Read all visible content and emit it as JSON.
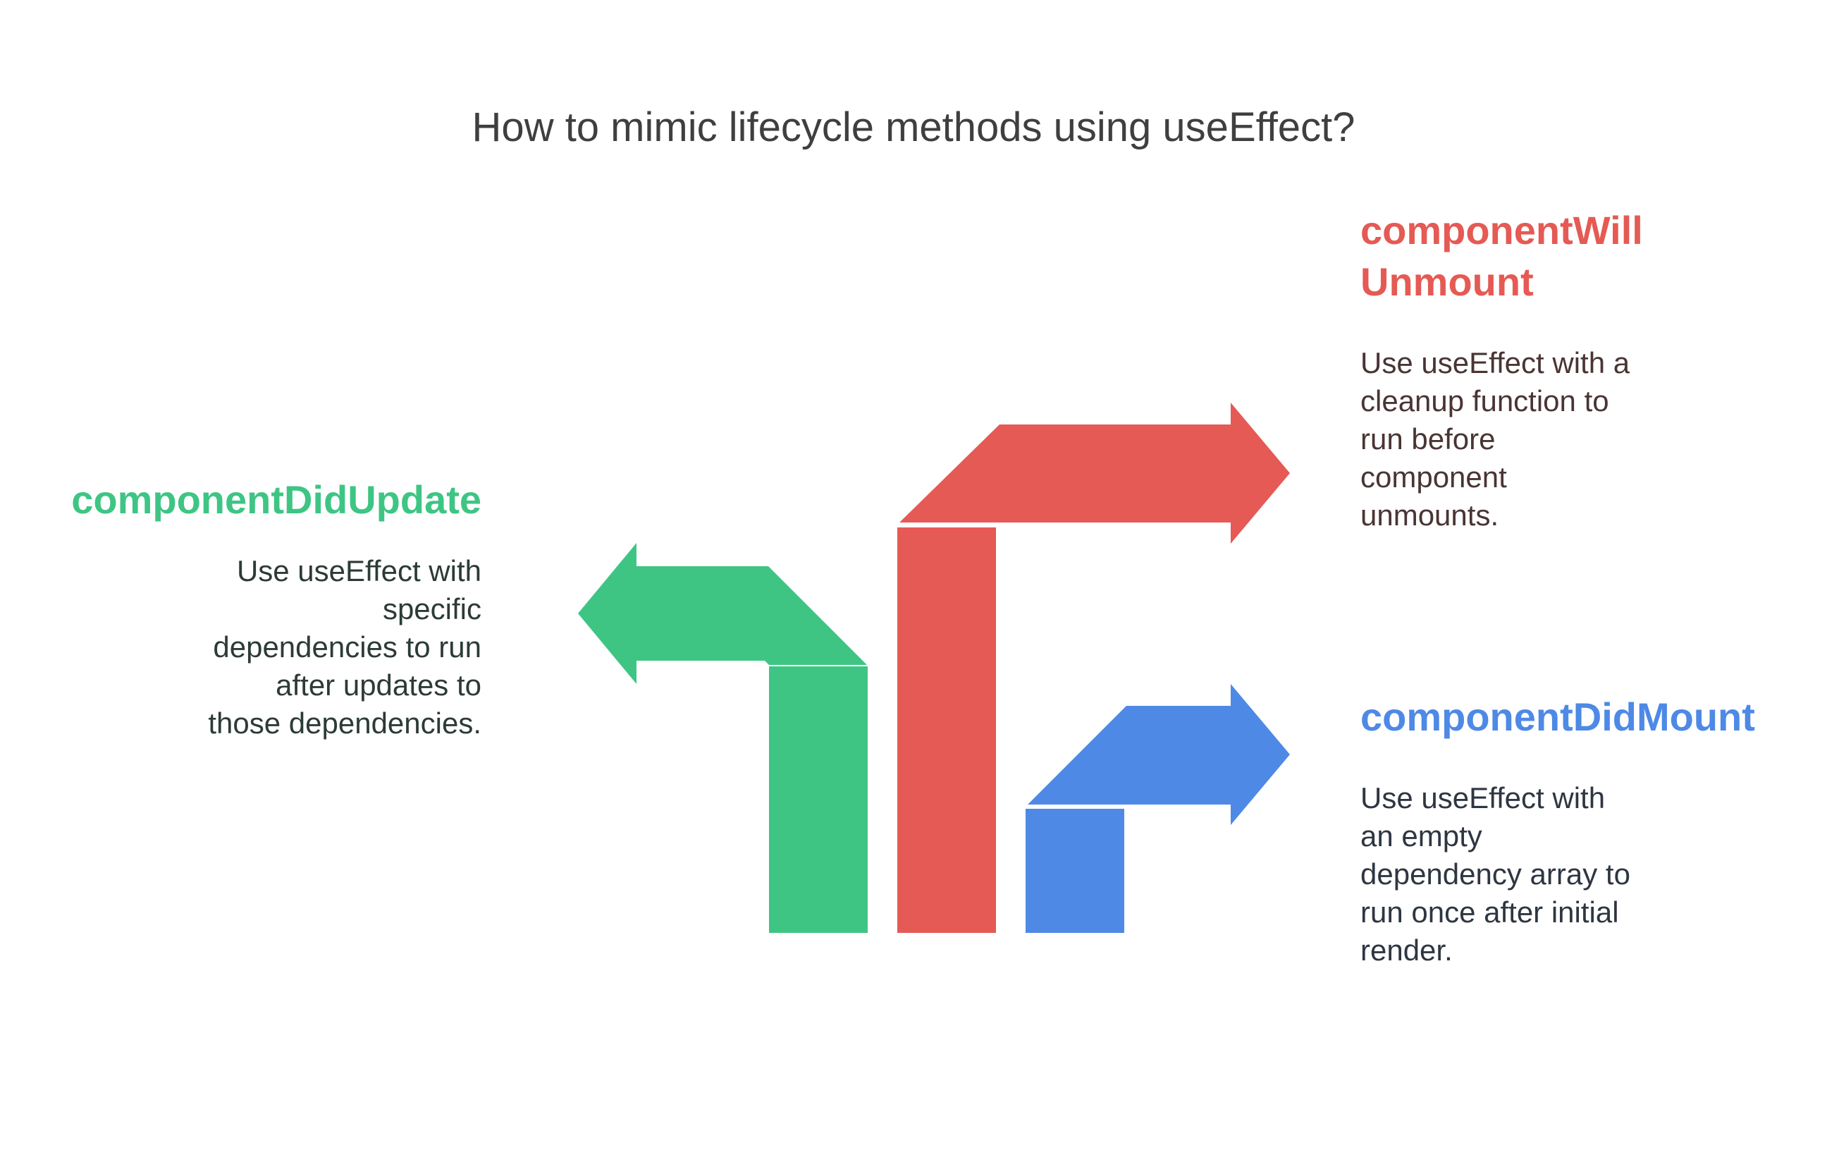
{
  "title": "How to mimic lifecycle methods using useEffect?",
  "colors": {
    "update": "#3ec584",
    "unmount": "#e55a54",
    "mount": "#4e89e6"
  },
  "icons": [
    "left-arrow-icon",
    "right-arrow-icon",
    "right-arrow-icon"
  ],
  "items": {
    "update": {
      "heading": "componentDidUpdate",
      "description_lines": [
        "Use useEffect with",
        "specific",
        "dependencies to run",
        "after updates to",
        "those dependencies."
      ]
    },
    "unmount": {
      "heading_lines": [
        "componentWill",
        "Unmount"
      ],
      "description_lines": [
        "Use useEffect with a",
        "cleanup function to",
        "run before",
        "component",
        "unmounts."
      ]
    },
    "mount": {
      "heading": "componentDidMount",
      "description_lines": [
        "Use useEffect with",
        "an empty",
        "dependency array to",
        "run once after initial",
        "render."
      ]
    }
  }
}
